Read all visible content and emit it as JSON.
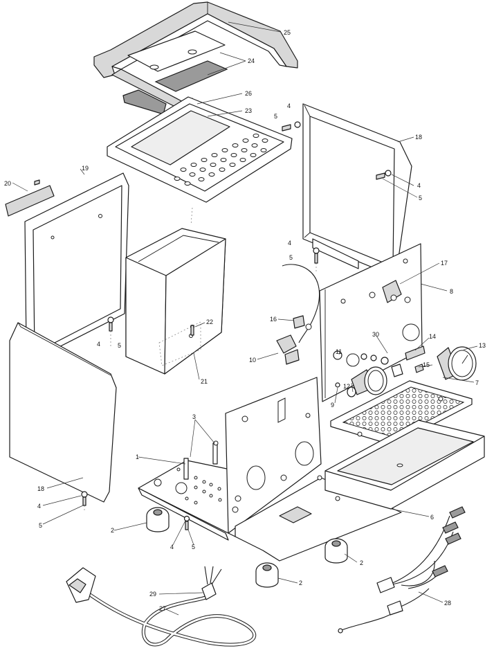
{
  "callouts": [
    {
      "id": "c25",
      "text": "25"
    },
    {
      "id": "c24",
      "text": "24"
    },
    {
      "id": "c26",
      "text": "26"
    },
    {
      "id": "c23",
      "text": "23"
    },
    {
      "id": "c4a",
      "text": "4"
    },
    {
      "id": "c5a",
      "text": "5"
    },
    {
      "id": "c18a",
      "text": "18"
    },
    {
      "id": "c4b",
      "text": "4"
    },
    {
      "id": "c5b",
      "text": "5"
    },
    {
      "id": "c19",
      "text": "19"
    },
    {
      "id": "c20",
      "text": "20"
    },
    {
      "id": "c4c",
      "text": "4"
    },
    {
      "id": "c5c",
      "text": "5"
    },
    {
      "id": "c17",
      "text": "17"
    },
    {
      "id": "c8",
      "text": "8"
    },
    {
      "id": "c16",
      "text": "16"
    },
    {
      "id": "c22",
      "text": "22"
    },
    {
      "id": "c4d",
      "text": "4"
    },
    {
      "id": "c5d",
      "text": "5"
    },
    {
      "id": "c30",
      "text": "30"
    },
    {
      "id": "c14",
      "text": "14"
    },
    {
      "id": "c13",
      "text": "13"
    },
    {
      "id": "c11",
      "text": "11"
    },
    {
      "id": "c10",
      "text": "10"
    },
    {
      "id": "c15",
      "text": "15"
    },
    {
      "id": "c21",
      "text": "21"
    },
    {
      "id": "c12",
      "text": "12"
    },
    {
      "id": "c9",
      "text": "9"
    },
    {
      "id": "c7",
      "text": "7"
    },
    {
      "id": "c3",
      "text": "3"
    },
    {
      "id": "c1",
      "text": "1"
    },
    {
      "id": "c18b",
      "text": "18"
    },
    {
      "id": "c6",
      "text": "6"
    },
    {
      "id": "c4e",
      "text": "4"
    },
    {
      "id": "c5e",
      "text": "5"
    },
    {
      "id": "c2a",
      "text": "2"
    },
    {
      "id": "c4f",
      "text": "4"
    },
    {
      "id": "c5f",
      "text": "5"
    },
    {
      "id": "c2b",
      "text": "2"
    },
    {
      "id": "c2c",
      "text": "2"
    },
    {
      "id": "c29",
      "text": "29"
    },
    {
      "id": "c28",
      "text": "28"
    },
    {
      "id": "c27",
      "text": "27"
    }
  ]
}
